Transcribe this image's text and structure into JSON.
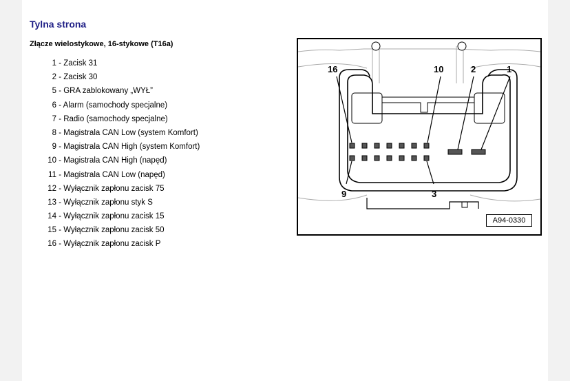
{
  "section_title": "Tylna strona",
  "connector_title": "Złącze wielostykowe, 16-stykowe (T16a)",
  "pins": [
    {
      "num": "1",
      "desc": "Zacisk 31"
    },
    {
      "num": "2",
      "desc": "Zacisk 30"
    },
    {
      "num": "5",
      "desc": "GRA zablokowany „WYŁ”"
    },
    {
      "num": "6",
      "desc": "Alarm (samochody specjalne)"
    },
    {
      "num": "7",
      "desc": "Radio (samochody specjalne)"
    },
    {
      "num": "8",
      "desc": "Magistrala CAN Low (system Komfort)"
    },
    {
      "num": "9",
      "desc": "Magistrala CAN High (system Komfort)"
    },
    {
      "num": "10",
      "desc": "Magistrala CAN High (napęd)"
    },
    {
      "num": "11",
      "desc": "Magistrala CAN Low (napęd)"
    },
    {
      "num": "12",
      "desc": "Wyłącznik zapłonu zacisk 75"
    },
    {
      "num": "13",
      "desc": "Wyłącznik zapłonu styk S"
    },
    {
      "num": "14",
      "desc": "Wyłącznik zapłonu zacisk 15"
    },
    {
      "num": "15",
      "desc": "Wyłącznik zapłonu zacisk 50"
    },
    {
      "num": "16",
      "desc": "Wyłącznik zapłonu zacisk P"
    }
  ],
  "figure": {
    "label": "A94-0330",
    "callouts": {
      "p16": "16",
      "p10": "10",
      "p2": "2",
      "p1": "1",
      "p9": "9",
      "p3": "3"
    }
  }
}
